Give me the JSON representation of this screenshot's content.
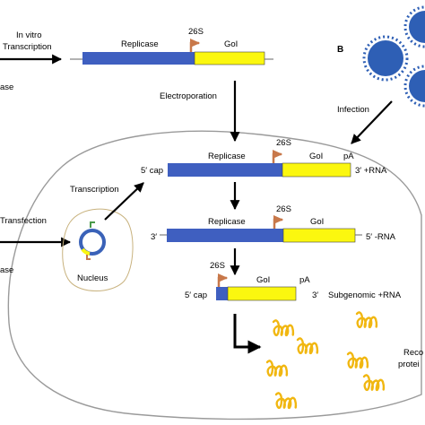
{
  "labels": {
    "in_vitro_line1": "In vitro",
    "in_vitro_line2": "Transcription",
    "replicase": "Replicase",
    "goi": "GoI",
    "p26s": "26S",
    "electroporation": "Electroporation",
    "infection": "Infection",
    "panel_b": "B",
    "left_frag_ase_top": "ase",
    "left_frag_ase_bottom": "ase",
    "transfection": "Transfection",
    "transcription": "Transcription",
    "nucleus": "Nucleus",
    "cap5": "5′ cap",
    "end3": "3′",
    "end5": "5′",
    "pa": "pA",
    "plus_rna": "3′ +RNA",
    "minus_rna": "5′  -RNA",
    "subgenomic": "Subgenomic +RNA",
    "reco": "Reco",
    "protei": "protei"
  },
  "colors": {
    "replicase": "#3f5fc0",
    "goi": "#fbf70f",
    "promoter_arrow": "#c8784a",
    "virus": "#2e5fb5",
    "protein": "#f1b711",
    "cell_outline": "#9a9a9a",
    "nucleus_outline": "#c8b27e",
    "plasmid": "#3a62b8"
  }
}
